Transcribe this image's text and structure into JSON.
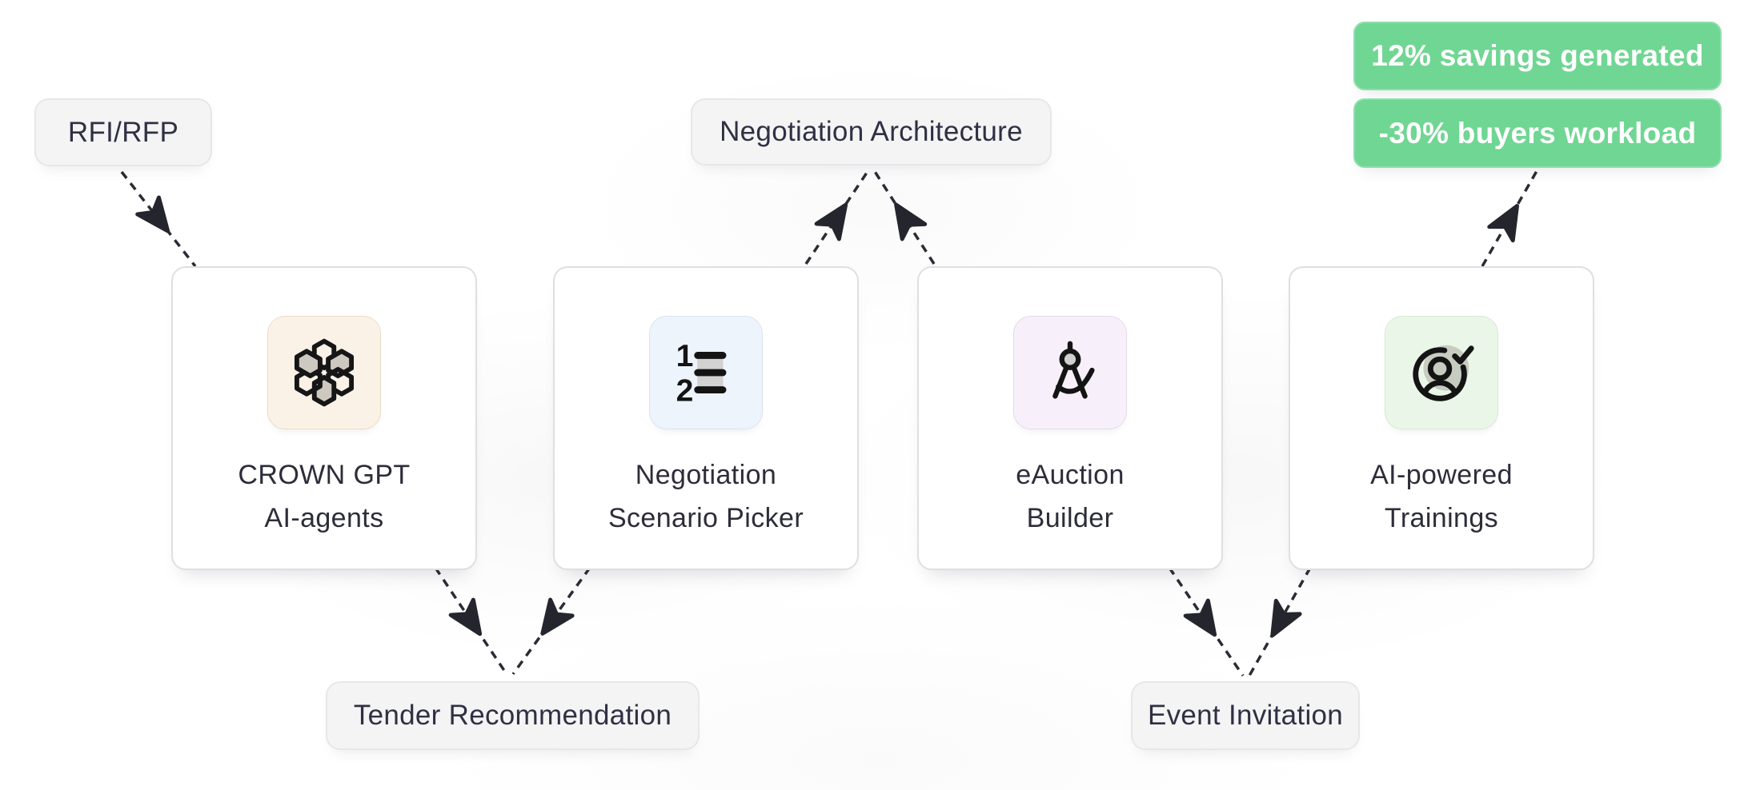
{
  "nodes": {
    "rfi_rfp": {
      "label": "RFI/RFP"
    },
    "negotiation_architecture": {
      "label": "Negotiation Architecture"
    },
    "tender_recommendation": {
      "label": "Tender Recommendation"
    },
    "event_invitation": {
      "label": "Event Invitation"
    }
  },
  "badges": [
    {
      "label": "12% savings generated",
      "color": "#70d693"
    },
    {
      "label": "-30% buyers workload",
      "color": "#70d693"
    }
  ],
  "cards": [
    {
      "title_line1": "CROWN GPT",
      "title_line2": "AI-agents",
      "icon": "openai-logo-icon",
      "icon_bg": "#fbf2e7",
      "icon_border": "#eadbc6"
    },
    {
      "title_line1": "Negotiation",
      "title_line2": "Scenario Picker",
      "icon": "numbered-list-icon",
      "icon_bg": "#eef4fb",
      "icon_border": "#d8e4f2"
    },
    {
      "title_line1": "eAuction",
      "title_line2": "Builder",
      "icon": "drafting-compass-icon",
      "icon_bg": "#f7f0fa",
      "icon_border": "#e6d9ef"
    },
    {
      "title_line1": "AI-powered",
      "title_line2": "Trainings",
      "icon": "user-check-icon",
      "icon_bg": "#eaf7e8",
      "icon_border": "#d6e9d2"
    }
  ],
  "edges": [
    {
      "from": "rfi-rfp",
      "to": "card-crown-gpt"
    },
    {
      "from": "card-negotiation-scenario-picker",
      "to": "negotiation-architecture"
    },
    {
      "from": "card-eauction-builder",
      "to": "negotiation-architecture"
    },
    {
      "from": "card-crown-gpt",
      "to": "tender-recommendation"
    },
    {
      "from": "card-negotiation-scenario-picker",
      "to": "tender-recommendation"
    },
    {
      "from": "card-eauction-builder",
      "to": "event-invitation"
    },
    {
      "from": "card-ai-powered-trainings",
      "to": "event-invitation"
    },
    {
      "from": "card-ai-powered-trainings",
      "to": "badge-buyers-workload"
    }
  ],
  "colors": {
    "accent_green": "#70d693",
    "text_dark": "#2d2d3a",
    "line": "#2b2b34",
    "pill_bg": "#f4f4f5"
  }
}
